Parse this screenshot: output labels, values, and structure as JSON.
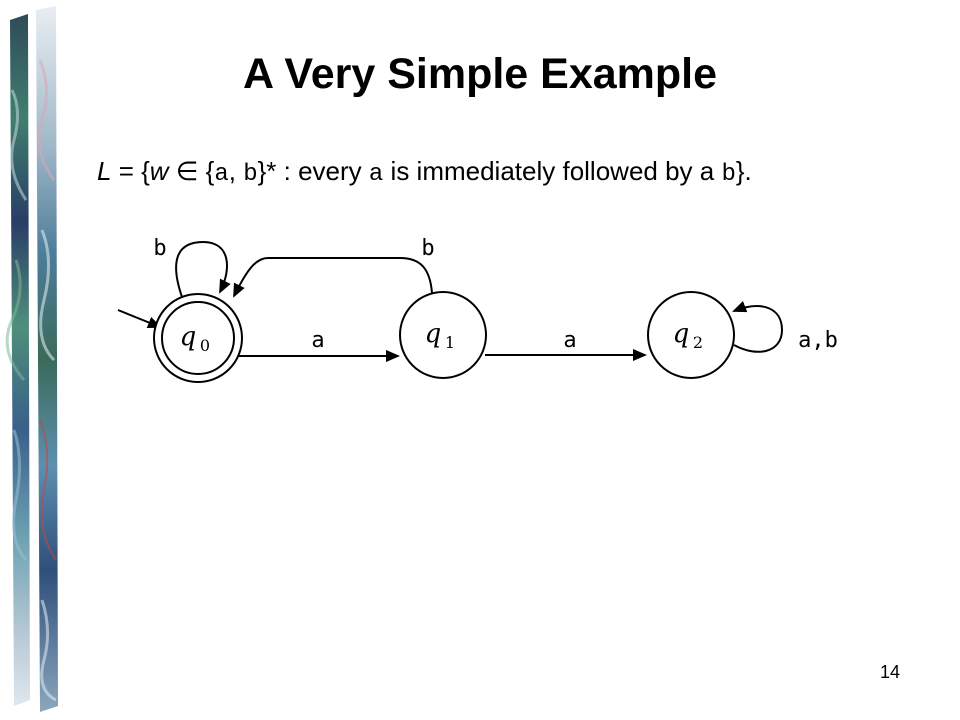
{
  "slide": {
    "title": "A Very Simple Example",
    "page_number": "14"
  },
  "language": {
    "p1": "L",
    "p2": " = {",
    "p3": "w",
    "p4": " ∈ {",
    "p5": "a",
    "p6": ", ",
    "p7": "b",
    "p8": "}* : every ",
    "p9": "a",
    "p10": " is immediately followed by a ",
    "p11": "b",
    "p12": "}."
  },
  "automaton": {
    "states": [
      {
        "symbol": "q",
        "subscript": "0",
        "accepting": true,
        "initial": true
      },
      {
        "symbol": "q",
        "subscript": "1",
        "accepting": false,
        "initial": false
      },
      {
        "symbol": "q",
        "subscript": "2",
        "accepting": false,
        "initial": false
      }
    ],
    "transitions": [
      {
        "from": "q0",
        "to": "q0",
        "label": "b"
      },
      {
        "from": "q0",
        "to": "q1",
        "label": "a"
      },
      {
        "from": "q1",
        "to": "q0",
        "label": "b"
      },
      {
        "from": "q1",
        "to": "q2",
        "label": "a"
      },
      {
        "from": "q2",
        "to": "q2",
        "label": "a,b"
      }
    ]
  },
  "colors": {
    "ink": "#000000",
    "background": "#ffffff"
  }
}
